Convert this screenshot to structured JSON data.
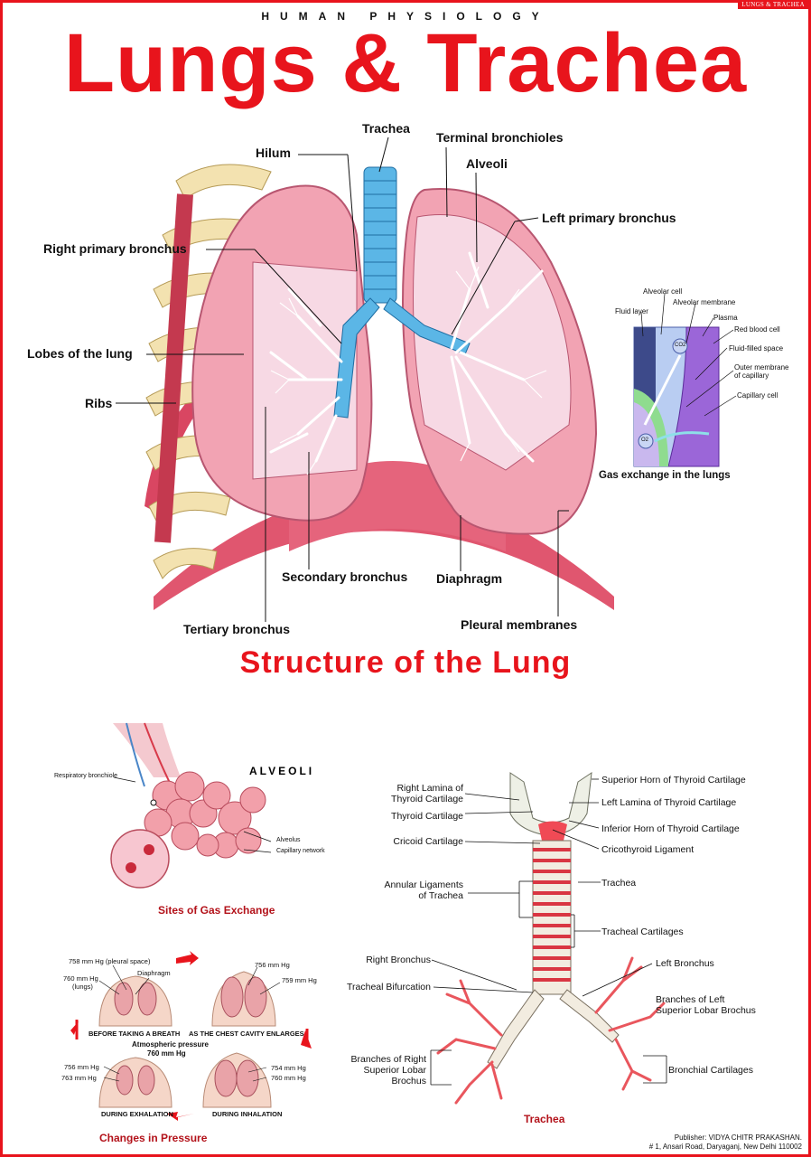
{
  "corner_tag": "LUNGS & TRACHEA",
  "kicker": "HUMAN PHYSIOLOGY",
  "title": "Lungs & Trachea",
  "lung_structure": {
    "section_title": "Structure of the Lung",
    "labels": {
      "trachea": "Trachea",
      "hilum": "Hilum",
      "terminal_bronchioles": "Terminal bronchioles",
      "alveoli": "Alveoli",
      "left_primary_bronchus": "Left primary bronchus",
      "right_primary_bronchus": "Right primary bronchus",
      "lobes": "Lobes of the lung",
      "ribs": "Ribs",
      "secondary_bronchus": "Secondary bronchus",
      "diaphragm": "Diaphragm",
      "tertiary_bronchus": "Tertiary bronchus",
      "pleural_membranes": "Pleural membranes"
    }
  },
  "gas_exchange_inset": {
    "caption": "Gas exchange in the lungs",
    "labels": {
      "alveolar_cell": "Alveolar cell",
      "alveolar_membrane": "Alveolar membrane",
      "fluid_layer": "Fluid layer",
      "plasma": "Plasma",
      "red_blood_cell": "Red blood cell",
      "fluid_filled_space": "Fluid-filled space",
      "outer_membrane_1": "Outer membrane",
      "outer_membrane_2": "of capillary",
      "capillary_cell": "Capillary cell",
      "o2": "O2",
      "co2": "CO2"
    }
  },
  "alveoli_panel": {
    "heading": "ALVEOLI",
    "caption": "Sites of Gas Exchange",
    "labels": {
      "respiratory_bronchiole": "Respiratory bronchiole",
      "alveolus": "Alveolus",
      "capillary_network": "Capillary network"
    }
  },
  "pressure_panel": {
    "caption": "Changes in Pressure",
    "labels": {
      "p758": "758 mm Hg (pleural space)",
      "p760_lungs_1": "760 mm Hg",
      "p760_lungs_2": "(lungs)",
      "diaphragm": "Diaphragm",
      "p756_top": "756 mm Hg",
      "p759": "759 mm Hg",
      "before_breath": "BEFORE TAKING A BREATH",
      "chest_enlarges": "AS THE CHEST CAVITY ENLARGES",
      "atmospheric_1": "Atmospheric pressure",
      "atmospheric_2": "760 mm Hg",
      "p756_bottom": "756 mm Hg",
      "p763": "763 mm Hg",
      "p754": "754 mm Hg",
      "p760_bottom": "760 mm Hg",
      "exhalation": "DURING EXHALATION",
      "inhalation": "DURING INHALATION"
    }
  },
  "trachea_panel": {
    "caption": "Trachea",
    "labels": {
      "right_lamina_1": "Right Lamina of",
      "right_lamina_2": "Thyroid Cartilage",
      "thyroid_cartilage": "Thyroid Cartilage",
      "cricoid_cartilage": "Cricoid Cartilage",
      "annular_1": "Annular Ligaments",
      "annular_2": "of Trachea",
      "right_bronchus": "Right Bronchus",
      "tracheal_bifurcation": "Tracheal Bifurcation",
      "branches_right_1": "Branches of Right",
      "branches_right_2": "Superior Lobar",
      "branches_right_3": "Brochus",
      "superior_horn": "Superior Horn of Thyroid Cartilage",
      "left_lamina": "Left Lamina of Thyroid Cartilage",
      "inferior_horn": "Inferior Horn of Thyroid Cartilage",
      "cricothyroid": "Cricothyroid Ligament",
      "trachea": "Trachea",
      "tracheal_cartilages": "Tracheal Cartilages",
      "left_bronchus": "Left Bronchus",
      "branches_left_1": "Branches of Left",
      "branches_left_2": "Superior Lobar Brochus",
      "bronchial_cartilages": "Bronchial Cartilages"
    }
  },
  "publisher": {
    "line1": "Publisher: VIDYA CHITR PRAKASHAN.",
    "line2": "# 1, Ansari Road, Daryaganj, New Delhi 110002"
  },
  "colors": {
    "accent_red": "#e8141c",
    "caption_red": "#b3121a",
    "lung_pink": "#f2a3b3",
    "trachea_blue": "#5bb6e6",
    "rib_cream": "#f3e2b0"
  }
}
